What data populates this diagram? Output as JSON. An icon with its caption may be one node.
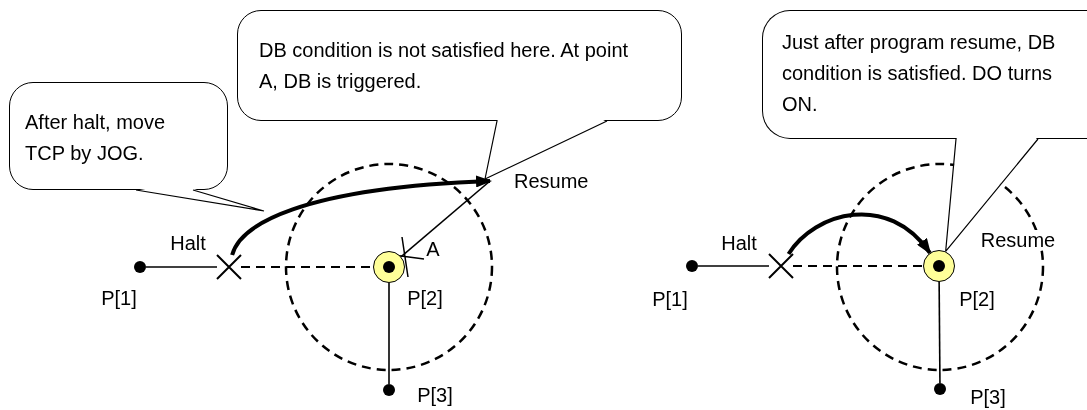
{
  "diagram": {
    "nodes": [
      {
        "text": [
          "After halt, move TCP by JOG."
        ]
      },
      {
        "text": [
          "DB condition is not satisfied here. At point A, DB is triggered."
        ]
      },
      {
        "text": [],
        "shape": "circle",
        "beside": [
          "P[1]"
        ]
      },
      {
        "text": [],
        "shape": "cross",
        "beside": [
          "Halt"
        ]
      },
      {
        "text": [],
        "shape": "circle",
        "beside": [
          "P[2]"
        ]
      },
      {
        "text": [],
        "shape": "circle",
        "beside": [
          "P[3]"
        ]
      },
      {
        "text": [
          "Just after program resume, DB condition is satisfied. DO turns ON."
        ]
      },
      {
        "text": [],
        "shape": "circle",
        "beside": [
          "P[1]"
        ]
      },
      {
        "text": [],
        "shape": "cross",
        "beside": [
          "Halt"
        ]
      },
      {
        "text": [],
        "shape": "circle",
        "beside": [
          "P[2]"
        ]
      },
      {
        "text": [],
        "shape": "circle",
        "beside": [
          "P[3]"
        ]
      }
    ],
    "edges": [
      {
        "from": 0,
        "to": null,
        "arrow": "none"
      },
      {
        "from": 1,
        "to": null,
        "arrow": "none"
      },
      {
        "from": 2,
        "to": 3,
        "arrow": "none"
      },
      {
        "from": 3,
        "to": 4,
        "arrow": "none",
        "style": "dashed"
      },
      {
        "from": 3,
        "to": null,
        "arrow": "to",
        "style": "thick"
      },
      {
        "from": null,
        "to": 4,
        "arrow": "none"
      },
      {
        "from": 4,
        "to": 5,
        "arrow": "none"
      },
      {
        "from": 6,
        "to": 9,
        "arrow": "none"
      },
      {
        "from": 7,
        "to": 8,
        "arrow": "none"
      },
      {
        "from": 8,
        "to": 9,
        "arrow": "none",
        "style": "dashed"
      },
      {
        "from": 8,
        "to": 9,
        "arrow": "to",
        "style": "thick"
      },
      {
        "from": 9,
        "to": 10,
        "arrow": "none"
      }
    ],
    "labels": [
      "Resume",
      "A",
      "Resume"
    ]
  }
}
